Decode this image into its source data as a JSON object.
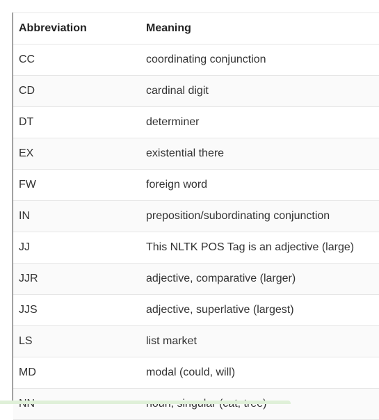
{
  "table": {
    "headers": [
      "Abbreviation",
      "Meaning"
    ],
    "rows": [
      [
        "CC",
        "coordinating conjunction"
      ],
      [
        "CD",
        "cardinal digit"
      ],
      [
        "DT",
        "determiner"
      ],
      [
        "EX",
        "existential there"
      ],
      [
        "FW",
        "foreign word"
      ],
      [
        "IN",
        "preposition/subordinating conjunction"
      ],
      [
        "JJ",
        "This NLTK POS Tag is an adjective (large)"
      ],
      [
        "JJR",
        "adjective, comparative (larger)"
      ],
      [
        "JJS",
        "adjective, superlative (largest)"
      ],
      [
        "LS",
        "list market"
      ],
      [
        "MD",
        "modal (could, will)"
      ],
      [
        "NN",
        "noun, singular (cat, tree)"
      ]
    ]
  },
  "colors": {
    "text": "#333333",
    "header_text": "#222222",
    "row_border": "#e6e6e6",
    "alt_row": "#fafafa",
    "bottom_bar": "#dff0d8"
  }
}
